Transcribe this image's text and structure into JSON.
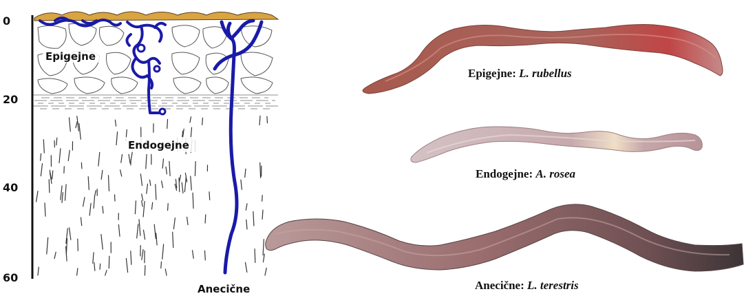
{
  "depth_axis": {
    "ticks": [
      "0",
      "20",
      "40",
      "60"
    ]
  },
  "profile_labels": {
    "epigeic": "Epigejne",
    "endogeic": "Endogejne",
    "anecic": "Anecične"
  },
  "captions": [
    {
      "group": "Epigejne:",
      "species": "L. rubellus"
    },
    {
      "group": "Endogejne:",
      "species": "A. rosea"
    },
    {
      "group": "Anecične:",
      "species": "L. terestris"
    }
  ],
  "colors": {
    "burrow": "#1a1aa8",
    "litter": "#d9a441",
    "worm_red": "#b0655a",
    "worm_pale": "#c7aeb0",
    "worm_dark": "#7f5a5e"
  }
}
